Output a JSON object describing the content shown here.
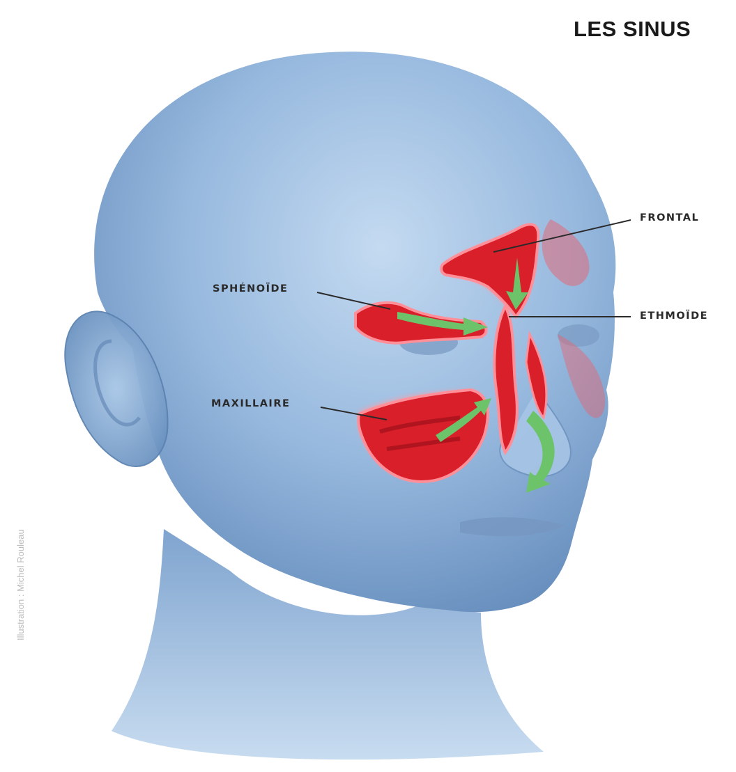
{
  "title": "LES SINUS",
  "labels": {
    "frontal": "FRONTAL",
    "sphenoide": "SPHÉNOÏDE",
    "ethmoide": "ETHMOÏDE",
    "maxillaire": "MAXILLAIRE"
  },
  "credit": "Illustration : Michel Rouleau",
  "colors": {
    "skin": "#8fb3d9",
    "sinus": "#d81f2a",
    "arrow": "#6cc36a"
  }
}
